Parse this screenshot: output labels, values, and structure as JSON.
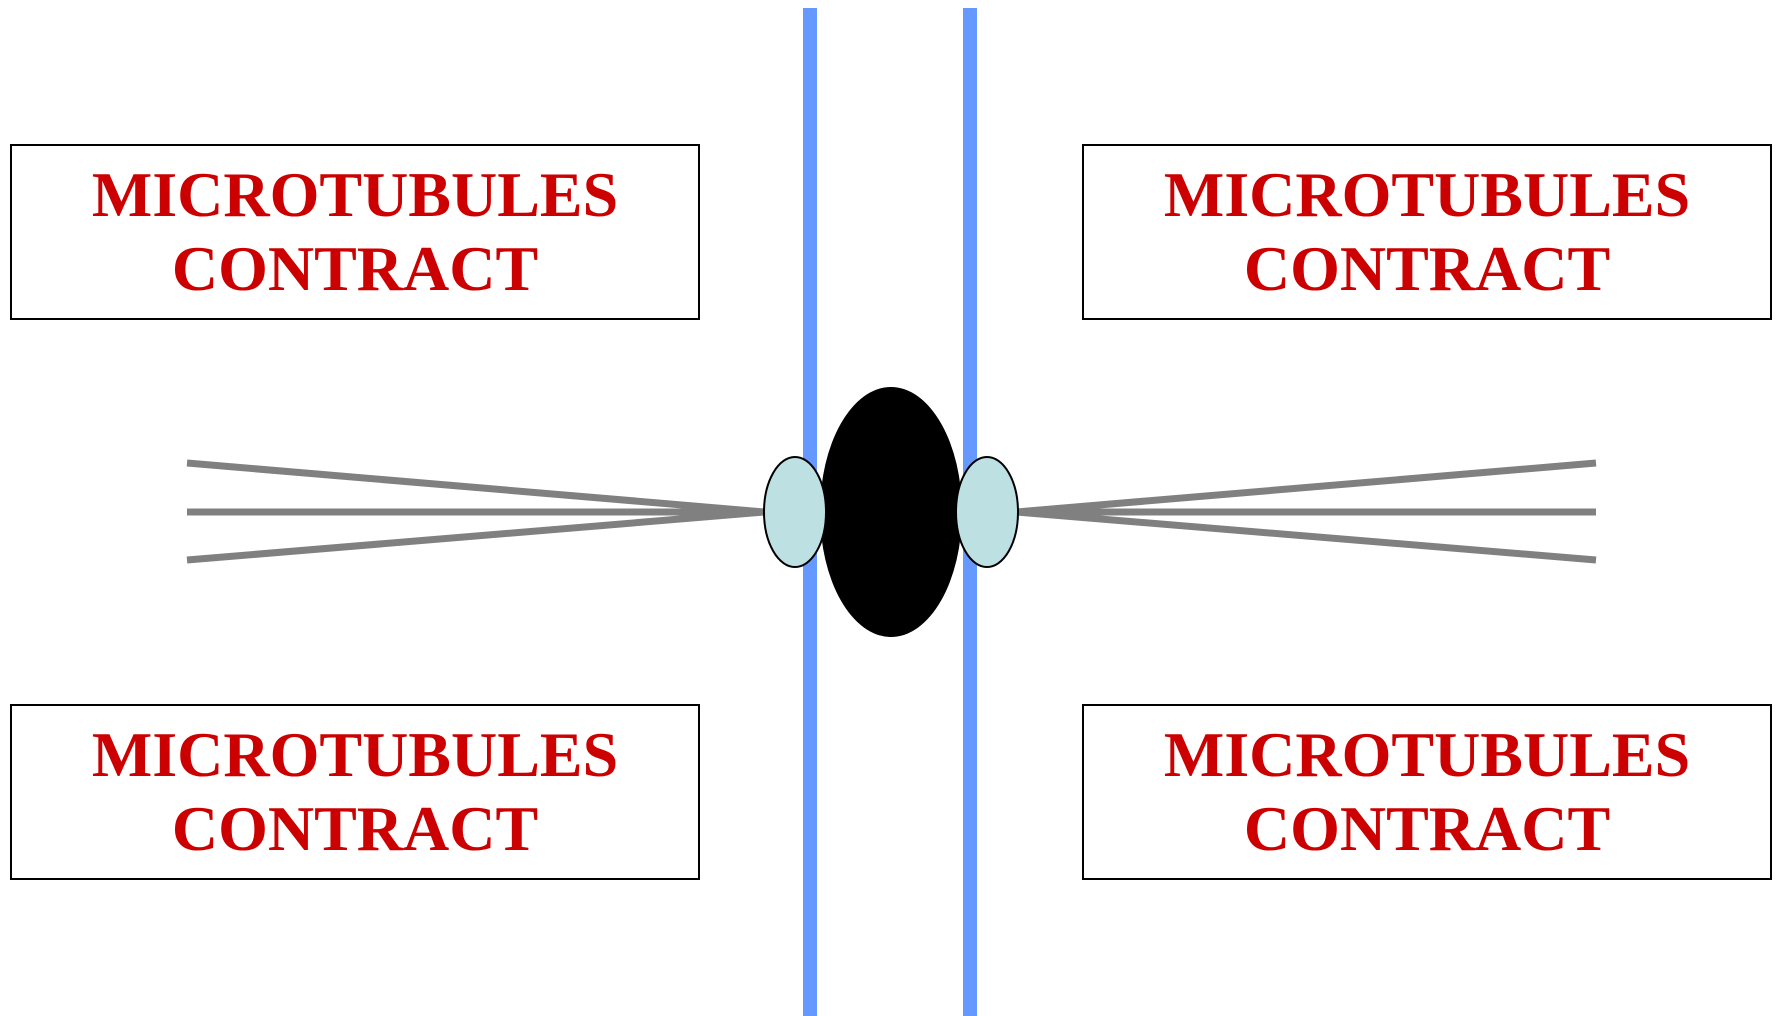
{
  "colors": {
    "label_text": "#cc0000",
    "box_border": "#000000",
    "plate_line": "#6699ff",
    "microtubule": "#808080",
    "chromosome": "#000000",
    "kinetochore": "#bde0e3",
    "kinetochore_outline": "#000000"
  },
  "labels": {
    "top_left": {
      "line1": "MICROTUBULES",
      "line2": "CONTRACT"
    },
    "top_right": {
      "line1": "MICROTUBULES",
      "line2": "CONTRACT"
    },
    "bottom_left": {
      "line1": "MICROTUBULES",
      "line2": "CONTRACT"
    },
    "bottom_right": {
      "line1": "MICROTUBULES",
      "line2": "CONTRACT"
    }
  }
}
